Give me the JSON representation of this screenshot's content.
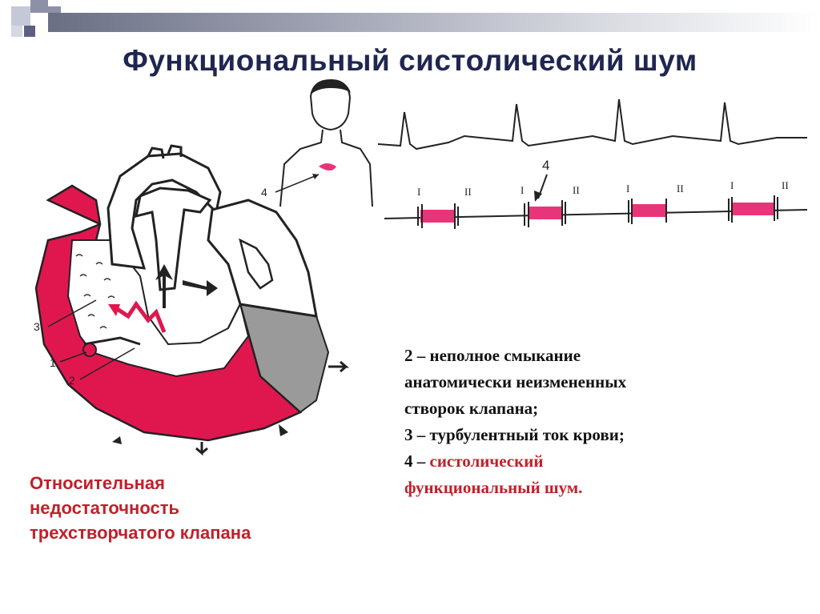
{
  "title": "Функциональный систолический шум",
  "caption": {
    "line1": "Относительная",
    "line2": "недостаточность",
    "line3": "трехстворчатого клапана"
  },
  "legend": {
    "line1": "2 – неполное  смыкание",
    "line2": "анатомически неизмененных",
    "line3": "створок клапана;",
    "line4": "3 – турбулентный ток крови;",
    "line5_prefix": "4 – ",
    "line5_red": "систолический",
    "line6_red": "функциональный шум."
  },
  "diagram": {
    "heart_labels": [
      "3",
      "1",
      "2"
    ],
    "torso_label": "4",
    "pcg_label": "4",
    "tone_labels": [
      "I",
      "II",
      "I",
      "II",
      "I",
      "II",
      "I",
      "II"
    ]
  },
  "colors": {
    "title": "#1f2650",
    "accent_red": "#c0202a",
    "blood": "#e0174f",
    "murmur": "#e8357a",
    "muscle_gray": "#9a9a9a"
  }
}
